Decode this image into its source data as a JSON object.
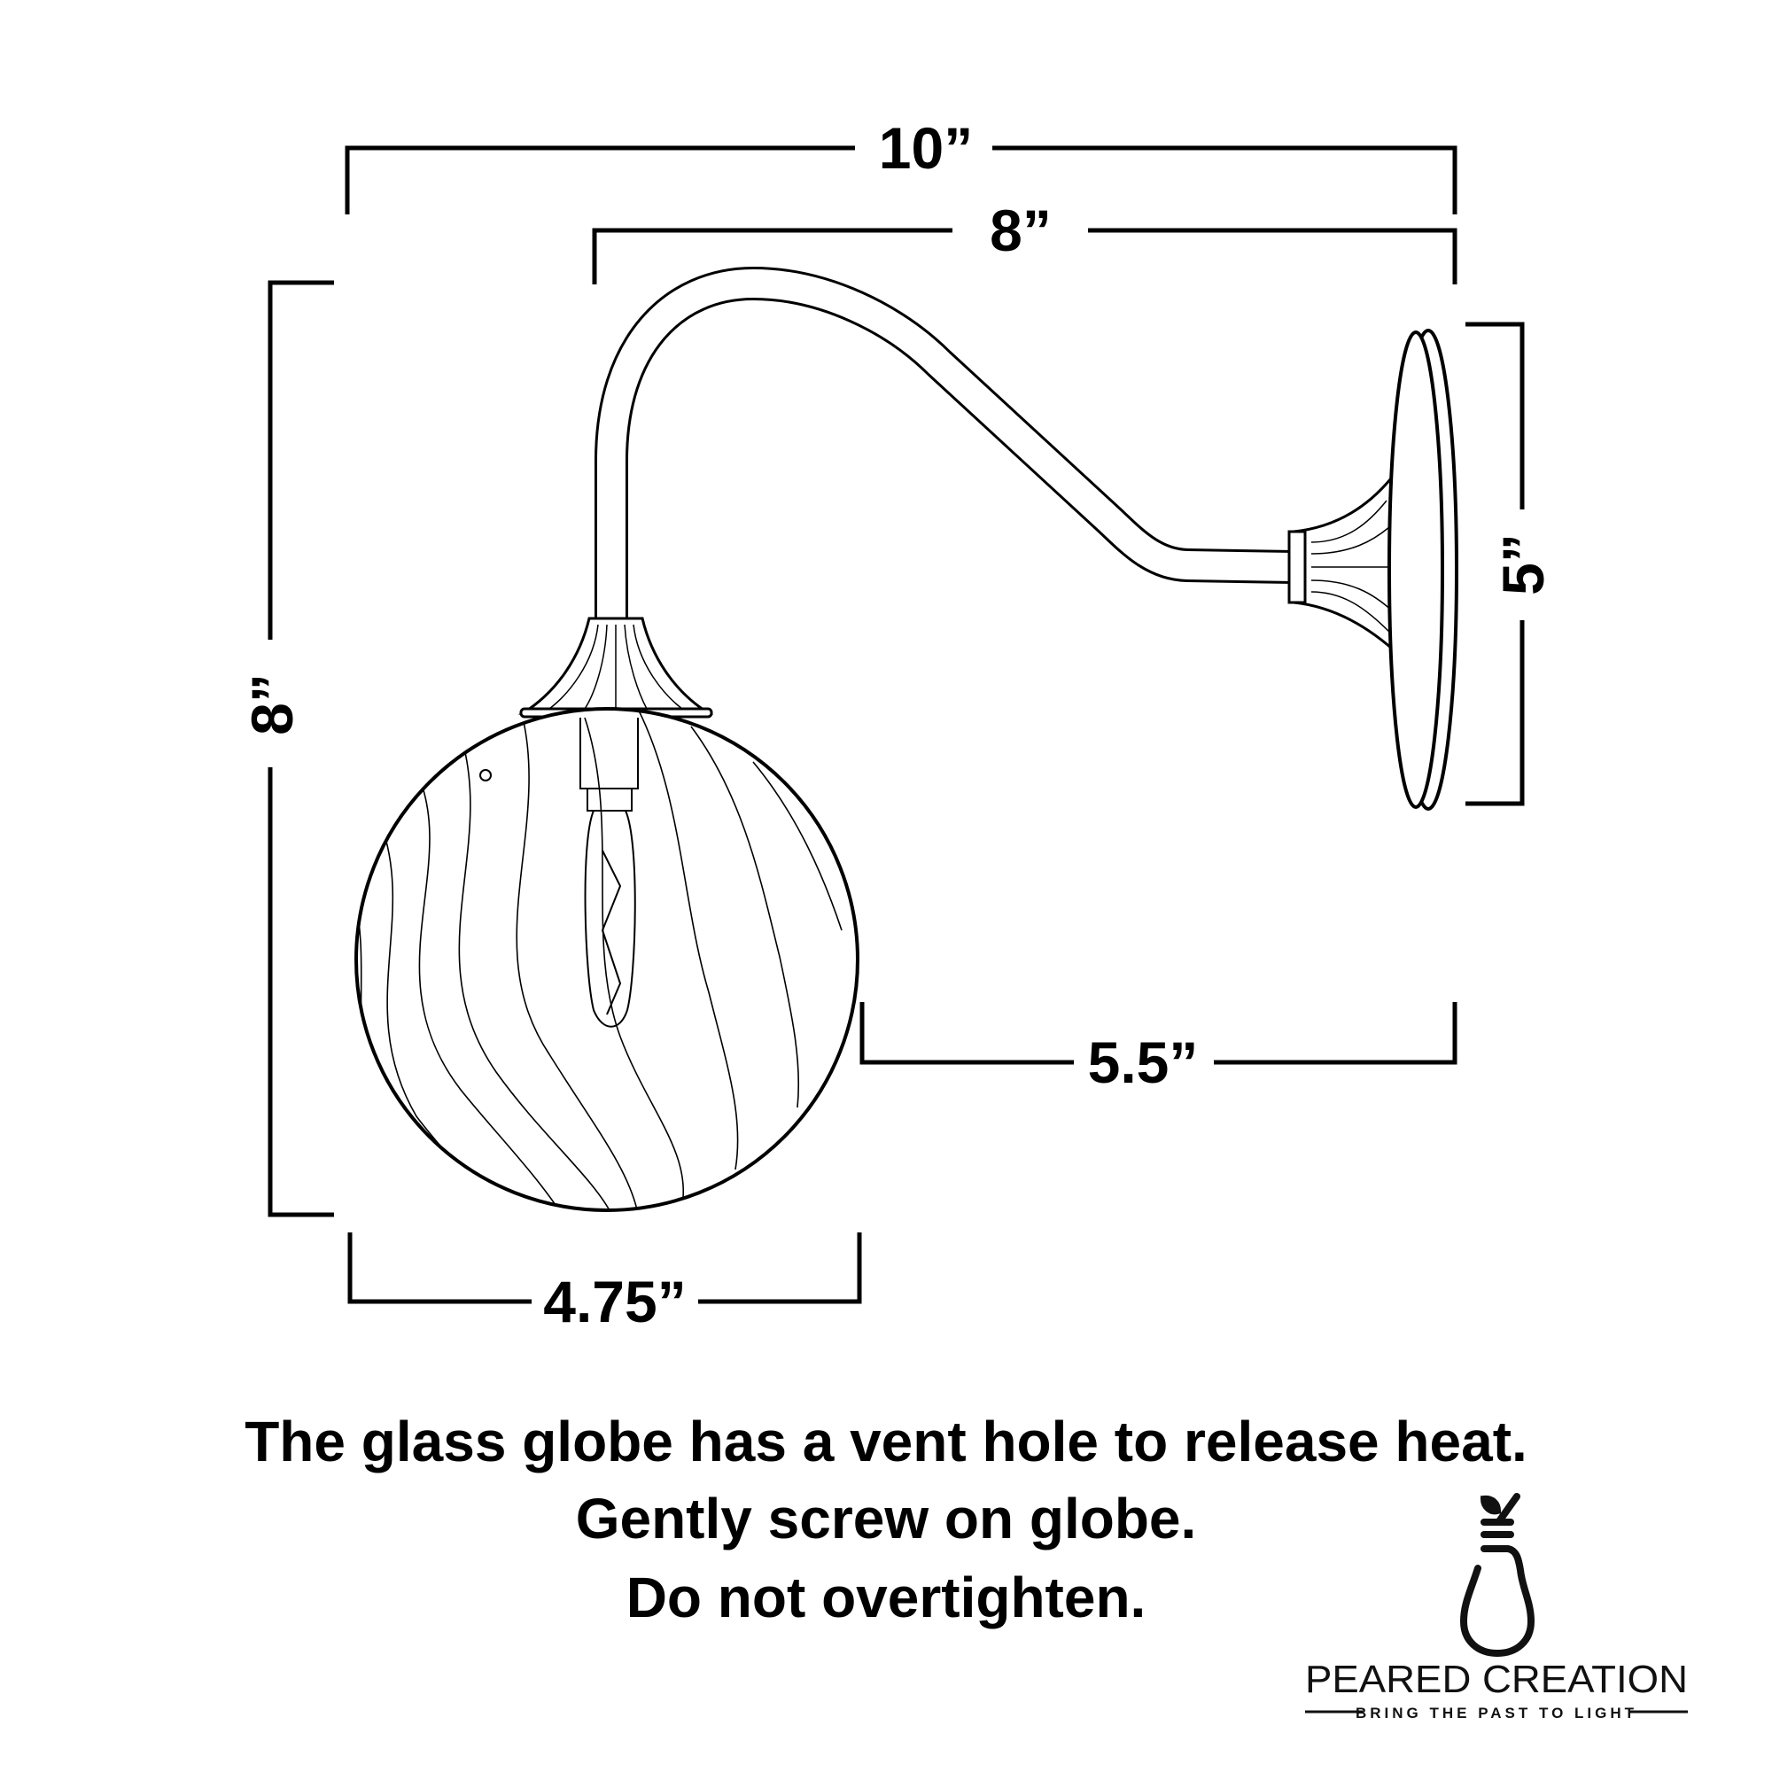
{
  "dimensions": {
    "overall_width": "10”",
    "arm_length": "8”",
    "height": "8”",
    "backplate_height": "5”",
    "globe_to_wall": "5.5”",
    "globe_diameter": "4.75”"
  },
  "notes": [
    "The glass globe has a vent hole to release heat.",
    "Gently screw on globe.",
    "Do not overtighten."
  ],
  "logo": {
    "name": "PEARED CREATION",
    "tagline": "BRING THE PAST TO LIGHT"
  },
  "colors": {
    "line": "#000000",
    "background": "#ffffff"
  }
}
